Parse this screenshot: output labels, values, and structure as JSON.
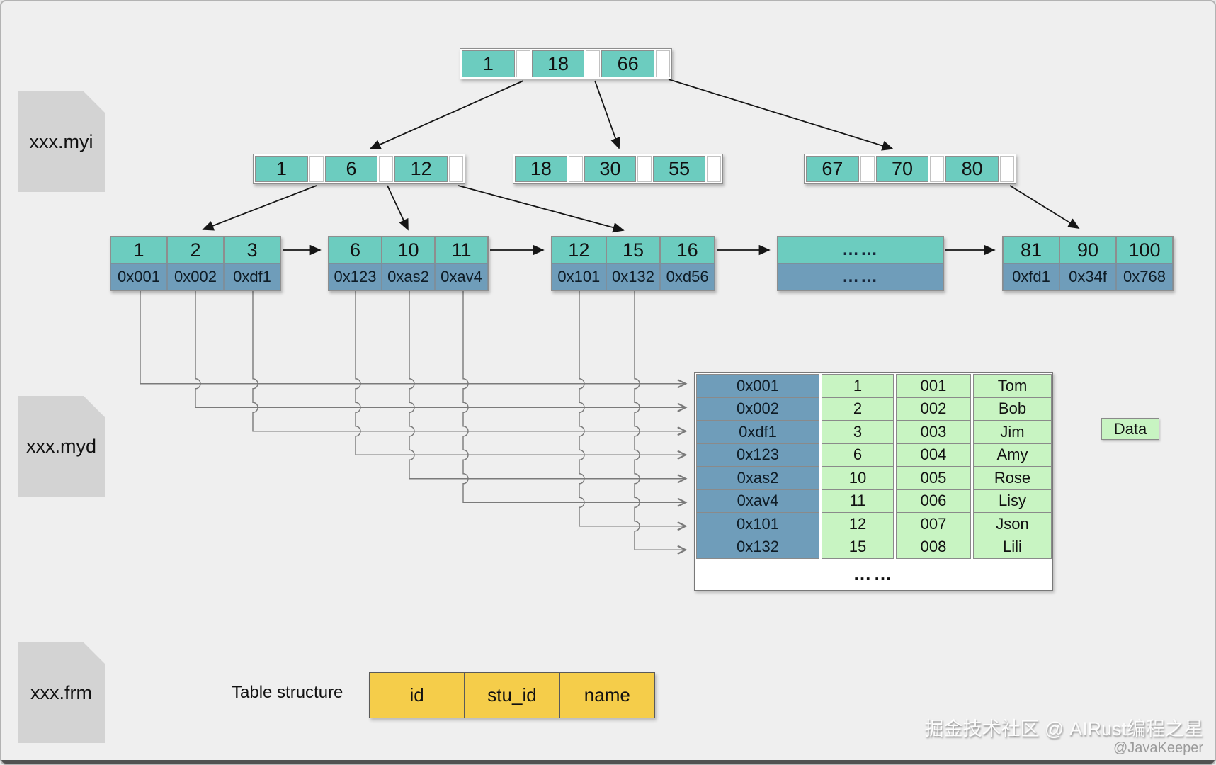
{
  "files": [
    {
      "name": "xxx.myi"
    },
    {
      "name": "xxx.myd"
    },
    {
      "name": "xxx.frm"
    }
  ],
  "btree": {
    "root": {
      "keys": [
        "1",
        "18",
        "66"
      ]
    },
    "internal": [
      {
        "keys": [
          "1",
          "6",
          "12"
        ]
      },
      {
        "keys": [
          "18",
          "30",
          "55"
        ]
      },
      {
        "keys": [
          "67",
          "70",
          "80"
        ]
      }
    ],
    "leaves": [
      {
        "keys": [
          "1",
          "2",
          "3"
        ],
        "pointers": [
          "0x001",
          "0x002",
          "0xdf1"
        ]
      },
      {
        "keys": [
          "6",
          "10",
          "11"
        ],
        "pointers": [
          "0x123",
          "0xas2",
          "0xav4"
        ]
      },
      {
        "keys": [
          "12",
          "15",
          "16"
        ],
        "pointers": [
          "0x101",
          "0x132",
          "0xd56"
        ]
      },
      {
        "keys": [
          "81",
          "90",
          "100"
        ],
        "pointers": [
          "0xfd1",
          "0x34f",
          "0x768"
        ]
      }
    ],
    "ellipsis_leaf": {
      "top": "……",
      "bottom": "……"
    }
  },
  "data_table": {
    "rows": [
      {
        "ptr": "0x001",
        "id": "1",
        "stu_id": "001",
        "name": "Tom"
      },
      {
        "ptr": "0x002",
        "id": "2",
        "stu_id": "002",
        "name": "Bob"
      },
      {
        "ptr": "0xdf1",
        "id": "3",
        "stu_id": "003",
        "name": "Jim"
      },
      {
        "ptr": "0x123",
        "id": "6",
        "stu_id": "004",
        "name": "Amy"
      },
      {
        "ptr": "0xas2",
        "id": "10",
        "stu_id": "005",
        "name": "Rose"
      },
      {
        "ptr": "0xav4",
        "id": "11",
        "stu_id": "006",
        "name": "Lisy"
      },
      {
        "ptr": "0x101",
        "id": "12",
        "stu_id": "007",
        "name": "Json"
      },
      {
        "ptr": "0x132",
        "id": "15",
        "stu_id": "008",
        "name": "Lili"
      }
    ],
    "footer": "……",
    "data_label": "Data"
  },
  "table_structure": {
    "caption": "Table structure",
    "columns": [
      "id",
      "stu_id",
      "name"
    ]
  },
  "watermark": {
    "line1": "掘金技术社区 @ AIRust编程之星",
    "line2": "@JavaKeeper"
  },
  "colors": {
    "teal": "#6cccbf",
    "pointer_blue": "#6f9dba",
    "green": "#c8f4c2",
    "yellow": "#f5cd4a",
    "icon_gray": "#d3d3d3",
    "background": "#efefef"
  }
}
